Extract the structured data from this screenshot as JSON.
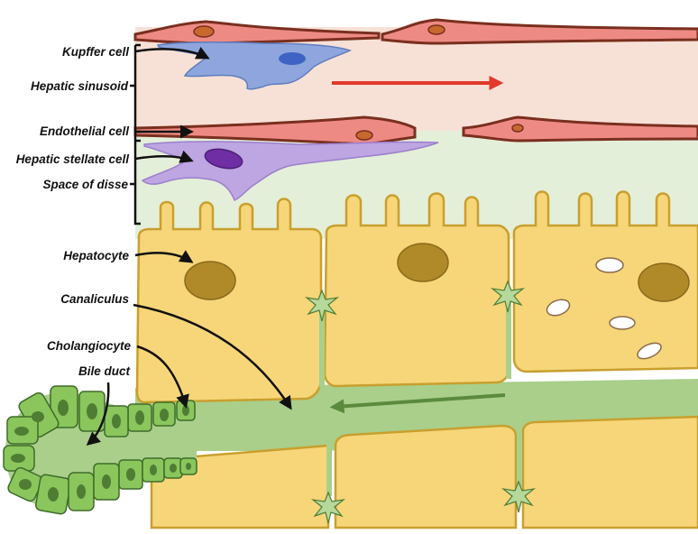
{
  "labels": {
    "kupffer_cell": "Kupffer cell",
    "hepatic_sinusoid": "Hepatic sinusoid",
    "endothelial_cell": "Endothelial cell",
    "hepatic_stellate_cell": "Hepatic stellate cell",
    "space_of_disse": "Space of disse",
    "hepatocyte": "Hepatocyte",
    "canaliculus": "Canaliculus",
    "cholangiocyte": "Cholangiocyte",
    "bile_duct": "Bile duct"
  },
  "colors": {
    "sinusoid_fill": "#f7e1d6",
    "disse_fill": "#e4efd9",
    "endothelial_fill": "#ee8a84",
    "endothelial_stroke": "#7a2f1f",
    "endothelial_nucleus": "#c8682e",
    "kupffer_fill": "#8ea6dd",
    "kupffer_nucleus": "#3f63c4",
    "stellate_fill": "#bda6e1",
    "stellate_nucleus": "#6f2ea4",
    "hepatocyte_fill": "#f6d679",
    "hepatocyte_stroke": "#c99f2e",
    "hepatocyte_nucleus": "#b08a28",
    "bile_fill": "#a9cf8a",
    "cholangiocyte_fill": "#8ac65c",
    "cholangiocyte_nucleus": "#4f7d33",
    "blood_flow_arrow": "#e13a2a",
    "bile_flow_arrow": "#5b8a3c"
  }
}
